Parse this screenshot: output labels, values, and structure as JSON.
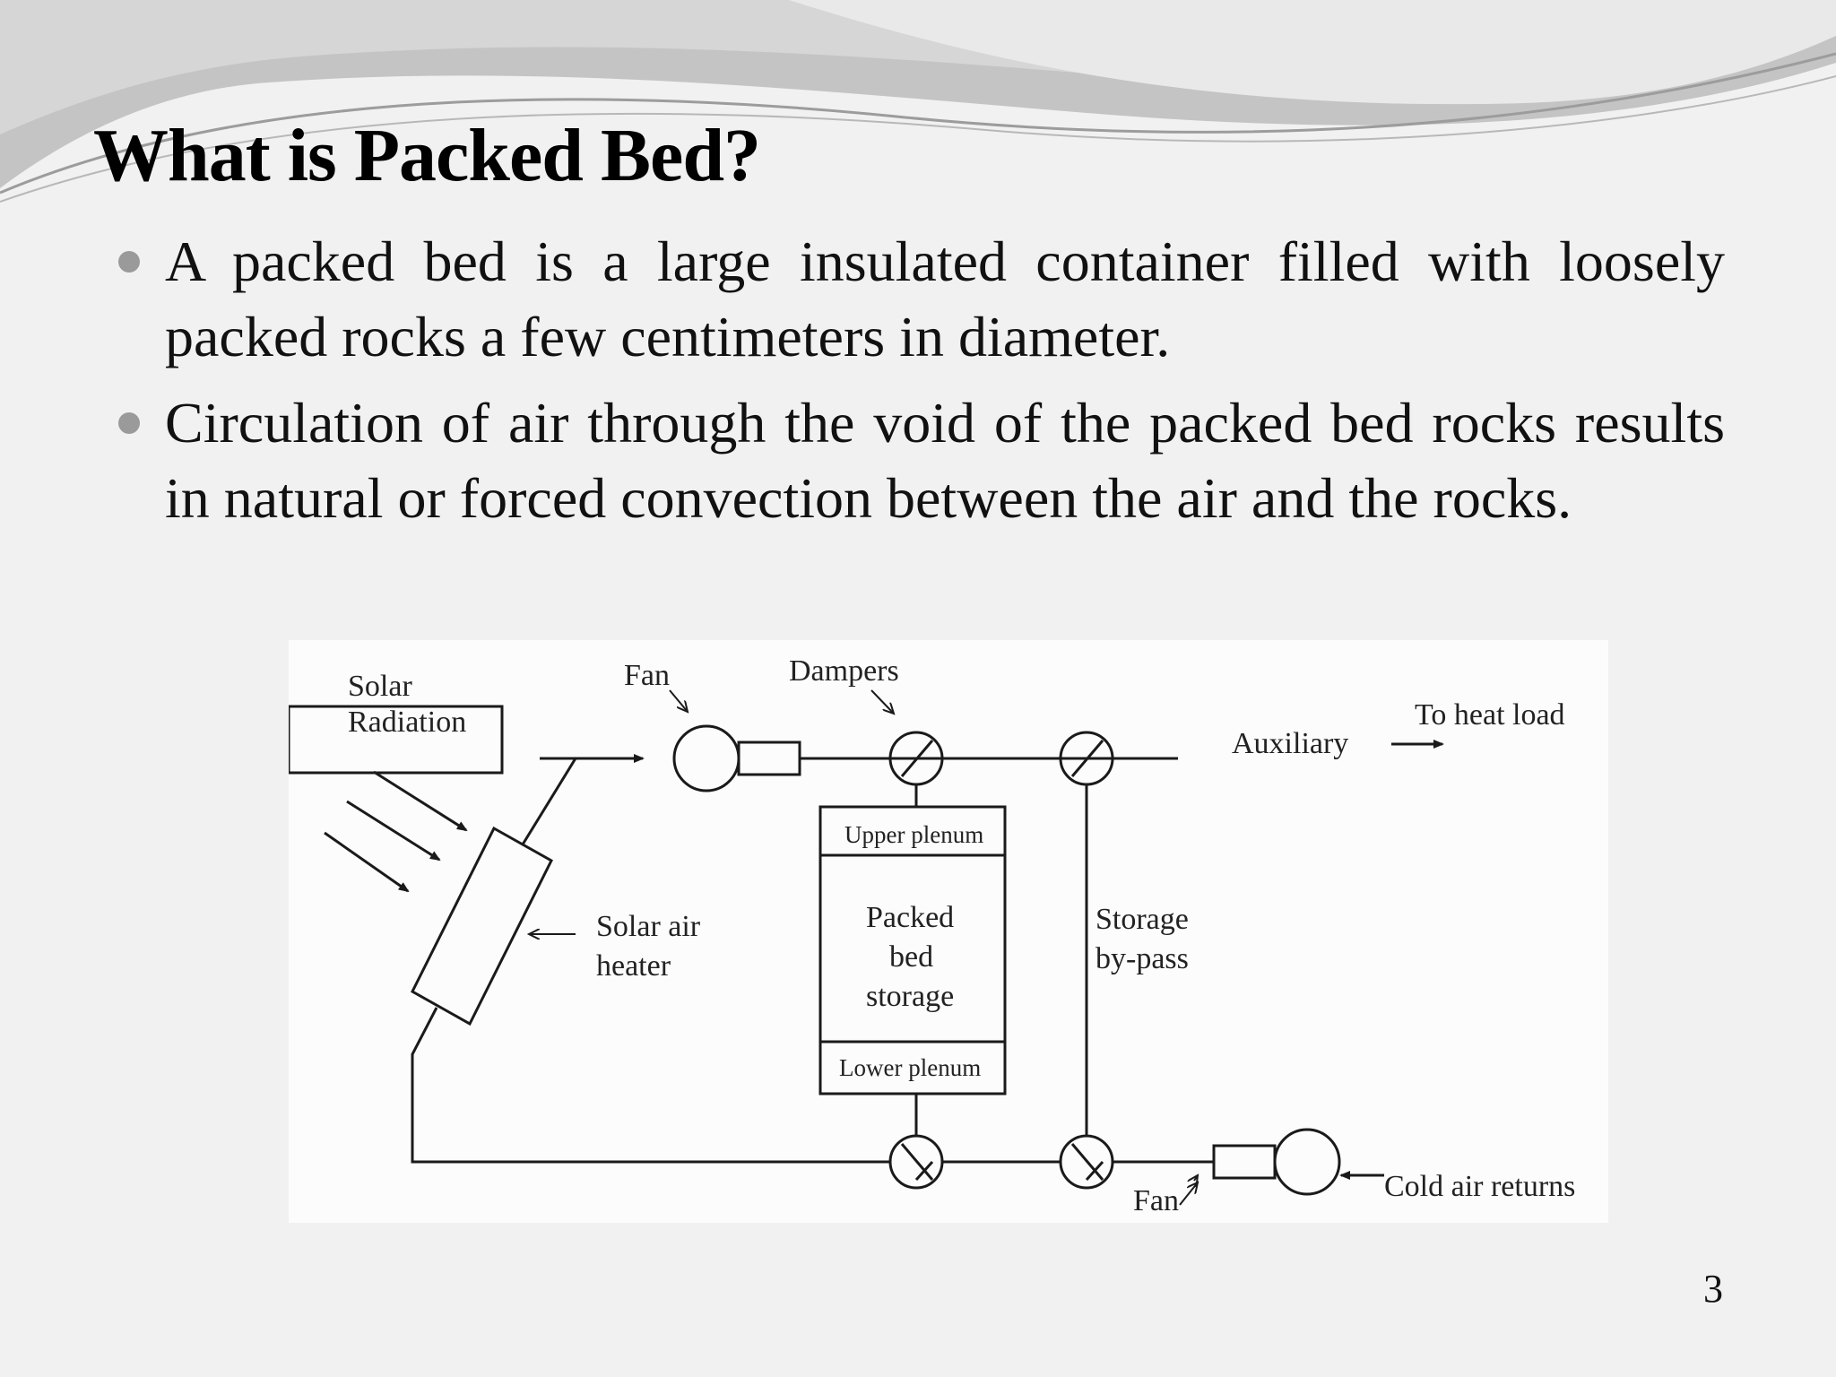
{
  "slide": {
    "title": "What is Packed Bed?",
    "bullets": [
      "A packed bed is a large insulated container filled with loosely packed rocks a few centimeters in diameter.",
      "Circulation of air through the void of the packed bed rocks results in natural or forced convection between the air and the rocks."
    ],
    "page_number": "3"
  },
  "diagram": {
    "labels": {
      "solar_radiation_line1": "Solar",
      "solar_radiation_line2": "Radiation",
      "fan_top": "Fan",
      "dampers": "Dampers",
      "auxiliary": "Auxiliary",
      "to_heat_load": "To heat load",
      "solar_air_heater_line1": "Solar   air",
      "solar_air_heater_line2": "heater",
      "upper_plenum": "Upper plenum",
      "packed_line1": "Packed",
      "packed_line2": "bed",
      "packed_line3": "storage",
      "lower_plenum": "Lower plenum",
      "storage_bypass_line1": "Storage",
      "storage_bypass_line2": "by-pass",
      "fan_bottom": "Fan",
      "cold_air_returns": "Cold air returns"
    }
  },
  "colors": {
    "background": "#f1f1f1",
    "wave_dark": "#b5b5b5",
    "wave_light": "#d4d4d4",
    "bullet": "#9a9a9a",
    "diagram_line": "#1a1a1a"
  }
}
